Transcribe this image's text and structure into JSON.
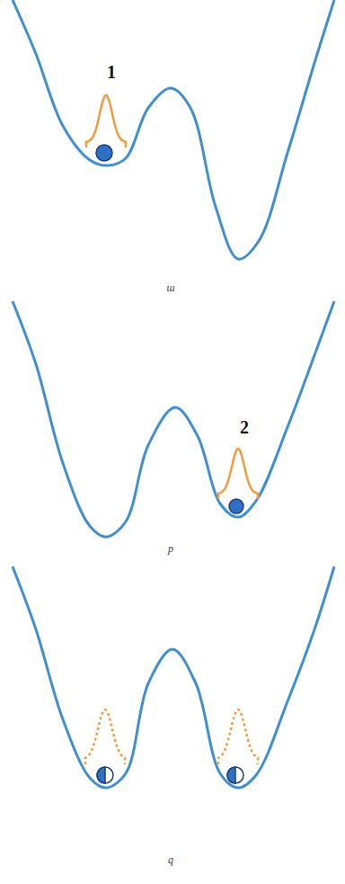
{
  "diagram": {
    "labels": [
      "1",
      "ш",
      "2",
      "p",
      "q"
    ]
  }
}
